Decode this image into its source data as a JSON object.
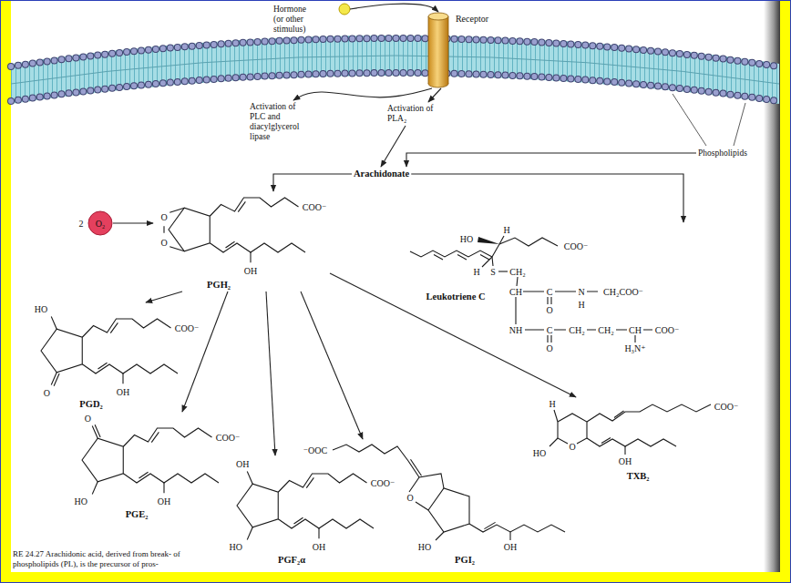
{
  "diagram": {
    "caption": "RE 24.27 Arachidonic acid, derived from break- of phospholipids (PL), is the precursor of pros-",
    "nodes": [
      {
        "text": [
          "Hormone (or other stimulus)"
        ]
      },
      {
        "text": [
          "Receptor"
        ]
      },
      {
        "text": [
          "Activation of PLC and diacylglycerol lipase"
        ]
      },
      {
        "text": [
          "Activation of PLA₂"
        ]
      },
      {
        "text": [
          "Phospholipids"
        ]
      },
      {
        "text": [
          "Arachidonate"
        ]
      },
      {
        "text": [
          "2",
          "O₂"
        ]
      },
      {
        "text": [
          "O",
          "COO⁻",
          "O",
          "OH",
          "PGH₂"
        ]
      },
      {
        "text": [
          "HO",
          "H",
          "COO⁻",
          "Leukotriene C",
          "H",
          "S",
          "CH₂",
          "CH",
          "C",
          "N",
          "CH₂COO⁻",
          "H",
          "O",
          "NH",
          "C",
          "CH₂",
          "CH₂",
          "CH",
          "COO⁻",
          "O",
          "H₃N⁺"
        ]
      },
      {
        "text": [
          "HO",
          "COO⁻",
          "O",
          "OH",
          "PGD₂"
        ]
      },
      {
        "text": [
          "O",
          "COO⁻",
          "HO",
          "OH",
          "PGE₂"
        ]
      },
      {
        "text": [
          "OH",
          "COO⁻",
          "HO",
          "OH",
          "PGF₂α"
        ]
      },
      {
        "text": [
          "⁻OOC",
          "O",
          "HO",
          "OH",
          "PGI₂"
        ]
      },
      {
        "text": [
          "H",
          "COO⁻",
          "HO",
          "O",
          "OH",
          "TXB₂"
        ]
      }
    ],
    "edges": [
      {
        "from": 0,
        "to": 1,
        "arrow": "to"
      },
      {
        "from": 1,
        "to": 2,
        "arrow": "to"
      },
      {
        "from": 1,
        "to": 3,
        "arrow": "to"
      },
      {
        "from": 3,
        "to": 5,
        "arrow": "to"
      },
      {
        "from": 4,
        "to": 5,
        "arrow": "to"
      },
      {
        "from": 5,
        "to": 7,
        "arrow": "to"
      },
      {
        "from": 6,
        "to": 7,
        "arrow": "to"
      },
      {
        "from": 5,
        "to": 8,
        "arrow": "to"
      },
      {
        "from": 7,
        "to": 9,
        "arrow": "to"
      },
      {
        "from": 7,
        "to": 10,
        "arrow": "to"
      },
      {
        "from": 7,
        "to": 11,
        "arrow": "to"
      },
      {
        "from": 7,
        "to": 12,
        "arrow": "to"
      },
      {
        "from": 7,
        "to": 13,
        "arrow": "to"
      }
    ]
  }
}
